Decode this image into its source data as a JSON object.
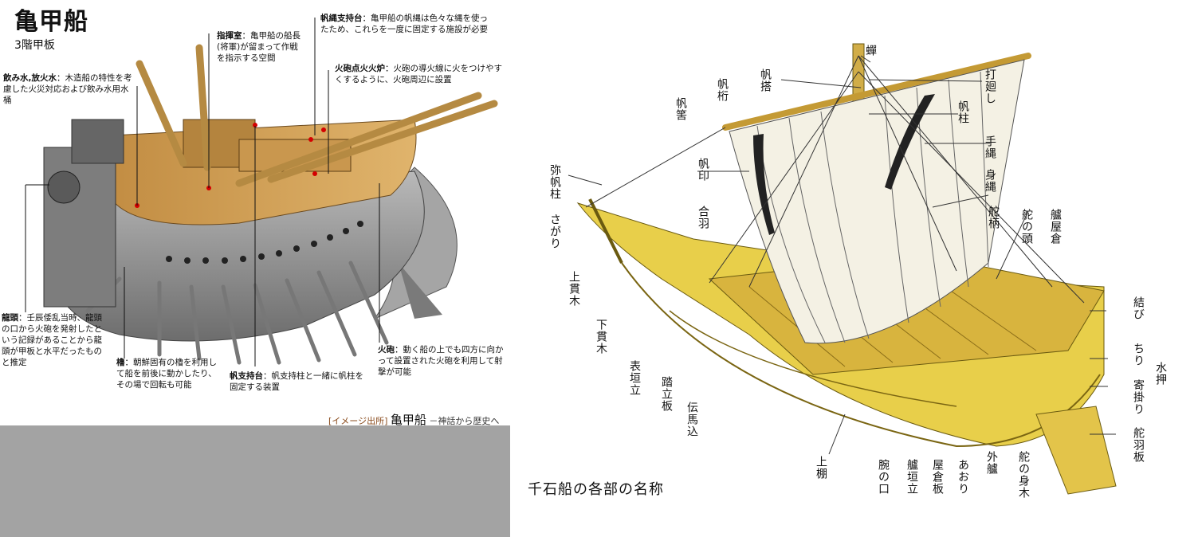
{
  "left": {
    "title": "亀甲船",
    "subtitle": "3階甲板",
    "notes": [
      {
        "head": "飲み水,放火水",
        "text": "：木造船の特性を考慮した火災対応および飲み水用水桶"
      },
      {
        "head": "指揮室",
        "text": "：亀甲船の船長(将軍)が留まって作戦を指示する空間"
      },
      {
        "head": "帆縄支持台",
        "text": "：亀甲船の帆縄は色々な縄を使ったため、これらを一度に固定する施設が必要"
      },
      {
        "head": "火砲点火火炉",
        "text": "：火砲の導火線に火をつけやすくするように、火砲周辺に設置"
      },
      {
        "head": "龍頭",
        "text": "：壬辰倭乱当時、龍頭の口から火砲を発射したという記録があることから龍頭が甲板と水平だったものと推定"
      },
      {
        "head": "櫓",
        "text": "：朝鮮固有の櫓を利用して船を前後に動かしたり、その場で回転も可能"
      },
      {
        "head": "帆支持台",
        "text": "：帆支持柱と一緒に帆柱を固定する装置"
      },
      {
        "head": "火砲",
        "text": "：動く船の上でも四方に向かって設置された火砲を利用して射撃が可能"
      }
    ],
    "credit_prefix": "[イメージ出所]",
    "credit_title": "亀甲船",
    "credit_sub": "－神話から歴史へ"
  },
  "right": {
    "caption": "千石船の各部の名称",
    "labels": [
      "蟬",
      "帆搭",
      "帆桁",
      "帆筈",
      "打廻し",
      "帆柱",
      "手縄",
      "身縄",
      "弥帆柱",
      "帆印",
      "さがり",
      "合羽",
      "舵柄",
      "舵の頭",
      "艫屋倉",
      "上貫木",
      "下貫木",
      "表垣立",
      "踏立板",
      "伝馬込",
      "結び",
      "ちり",
      "水押",
      "寄掛り",
      "舵羽板",
      "上棚",
      "腕の口",
      "艫垣立",
      "屋倉板",
      "あおり",
      "外艫",
      "舵の身木"
    ]
  },
  "colors": {
    "hull_gray": "#8d8d8d",
    "deck_wood": "#c99a52",
    "sail_white": "#f4f1e4",
    "yellow_hull": "#e8cf4a",
    "credit": "#8a4b1c",
    "bottom_gray": "#a3a3a3"
  }
}
